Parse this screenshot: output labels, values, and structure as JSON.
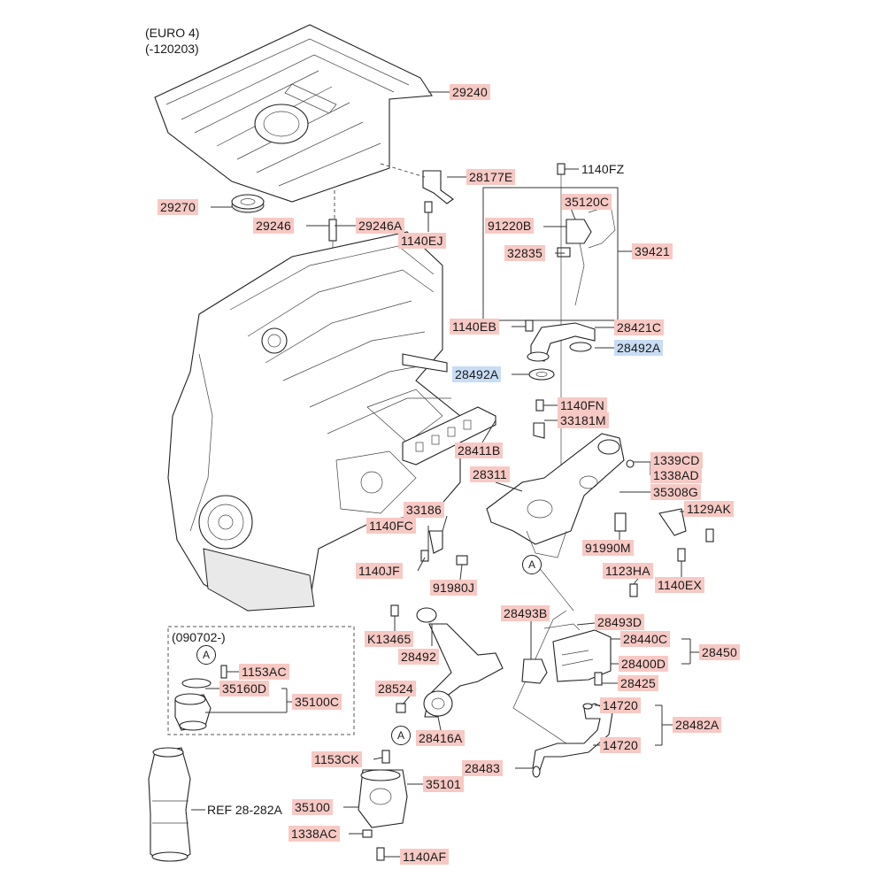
{
  "notes": {
    "euro": "(EURO 4)",
    "date_from": "(-120203)",
    "date_box": "(090702-)",
    "ref": "REF 28-282A"
  },
  "circle_marker": "A",
  "labels": {
    "p29240": "29240",
    "p28177E": "28177E",
    "p1140FZ": "1140FZ",
    "p29270": "29270",
    "p35120C": "35120C",
    "p91220B": "91220B",
    "p29246": "29246",
    "p29246A": "29246A",
    "p1140EJ": "1140EJ",
    "p32835": "32835",
    "p39421": "39421",
    "p1140EB": "1140EB",
    "p28421C": "28421C",
    "p28492A_1": "28492A",
    "p28492A_2": "28492A",
    "p1140FN": "1140FN",
    "p33181M": "33181M",
    "p28411B": "28411B",
    "p1339CD": "1339CD",
    "p1338AD": "1338AD",
    "p28311": "28311",
    "p35308G": "35308G",
    "p33186": "33186",
    "p1129AK": "1129AK",
    "p1140FC": "1140FC",
    "p91990M": "91990M",
    "p1140JF": "1140JF",
    "p1123HA": "1123HA",
    "p91980J": "91980J",
    "p1140EX": "1140EX",
    "p28493B": "28493B",
    "p28493D": "28493D",
    "pK13465": "K13465",
    "p28440C": "28440C",
    "p28450": "28450",
    "p28492": "28492",
    "p28400D": "28400D",
    "p1153AC_1": "1153AC",
    "p35160D": "35160D",
    "p28524": "28524",
    "p28425": "28425",
    "p35100C": "35100C",
    "p14720_1": "14720",
    "p28482A": "28482A",
    "p28416A": "28416A",
    "p14720_2": "14720",
    "p1153CK": "1153CK",
    "p28483": "28483",
    "p35101": "35101",
    "p35100": "35100",
    "p1338AC": "1338AC",
    "p1140AF": "1140AF"
  },
  "colors": {
    "label_highlight": "#f7c9c4",
    "label_highlight_alt": "#c8dcf4"
  }
}
